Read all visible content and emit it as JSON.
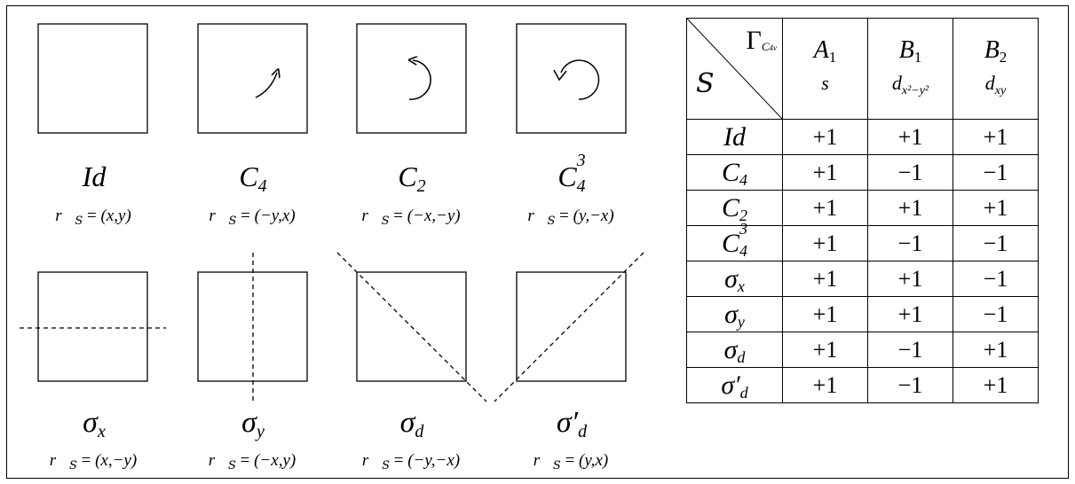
{
  "operations": [
    {
      "name": "Id",
      "sub": "",
      "sup": "",
      "greek": false,
      "coord": "(x,y)",
      "lines": []
    },
    {
      "name": "C",
      "sub": "4",
      "sup": "",
      "greek": false,
      "coord": "(−y,x)",
      "lines": []
    },
    {
      "name": "C",
      "sub": "2",
      "sup": "",
      "greek": false,
      "coord": "(−x,−y)",
      "lines": []
    },
    {
      "name": "C",
      "sub": "4",
      "sup": "3",
      "greek": false,
      "coord": "(y,−x)",
      "lines": []
    },
    {
      "name": "σ",
      "sub": "x",
      "sup": "",
      "greek": true,
      "coord": "(x,−y)",
      "mirror": "horizontal"
    },
    {
      "name": "σ",
      "sub": "y",
      "sup": "",
      "greek": true,
      "coord": "(−x,y)",
      "mirror": "vertical"
    },
    {
      "name": "σ",
      "sub": "d",
      "sup": "",
      "greek": true,
      "coord": "(−y,−x)",
      "mirror": "diagonal"
    },
    {
      "name": "σ′",
      "sub": "d",
      "sup": "",
      "greek": true,
      "coord": "(y,x)",
      "mirror": "antidiagonal"
    }
  ],
  "coord_prefix_vector": "r",
  "coord_prefix_subscript": "S",
  "table": {
    "corner_group": "Γ",
    "corner_group_sub": "C",
    "corner_group_sub2": "4v",
    "corner_label": "S",
    "irreps": [
      {
        "name": "A",
        "sub": "1",
        "basis": "s",
        "basis_sub": ""
      },
      {
        "name": "B",
        "sub": "1",
        "basis": "d",
        "basis_sub": "x²−y²"
      },
      {
        "name": "B",
        "sub": "2",
        "basis": "d",
        "basis_sub": "xy"
      }
    ],
    "rows": [
      {
        "op": "Id",
        "sub": "",
        "sup": "",
        "values": [
          "+1",
          "+1",
          "+1"
        ]
      },
      {
        "op": "C",
        "sub": "4",
        "sup": "",
        "values": [
          "+1",
          "−1",
          "−1"
        ]
      },
      {
        "op": "C",
        "sub": "2",
        "sup": "",
        "values": [
          "+1",
          "+1",
          "+1"
        ]
      },
      {
        "op": "C",
        "sub": "4",
        "sup": "3",
        "values": [
          "+1",
          "−1",
          "−1"
        ]
      },
      {
        "op": "σ",
        "sub": "x",
        "sup": "",
        "values": [
          "+1",
          "+1",
          "−1"
        ]
      },
      {
        "op": "σ",
        "sub": "y",
        "sup": "",
        "values": [
          "+1",
          "+1",
          "−1"
        ]
      },
      {
        "op": "σ",
        "sub": "d",
        "sup": "",
        "values": [
          "+1",
          "−1",
          "+1"
        ]
      },
      {
        "op": "σ′",
        "sub": "d",
        "sup": "",
        "values": [
          "+1",
          "−1",
          "+1"
        ]
      }
    ]
  }
}
